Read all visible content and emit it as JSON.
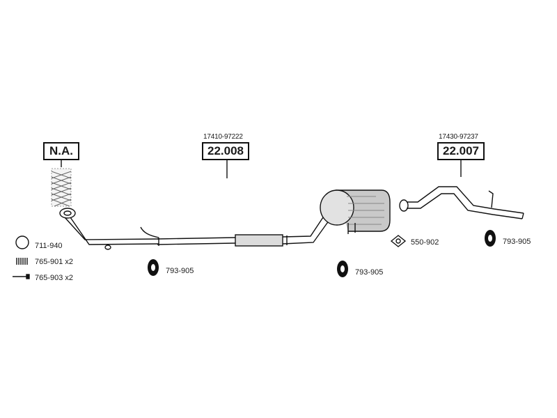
{
  "assembly": {
    "front": {
      "label": "N.A."
    },
    "middle": {
      "ref": "17410-97222",
      "part": "22.008"
    },
    "rear": {
      "ref": "17430-97237",
      "part": "22.007"
    }
  },
  "accessories": [
    {
      "code": "711-940",
      "icon": "ring-gasket-icon"
    },
    {
      "code": "765-901 x2",
      "icon": "spring-icon"
    },
    {
      "code": "765-903 x2",
      "icon": "bolt-icon"
    }
  ],
  "hangers": [
    {
      "code": "793-905",
      "icon": "rubber-hanger-icon"
    },
    {
      "code": "793-905",
      "icon": "rubber-hanger-icon"
    },
    {
      "code": "793-905",
      "icon": "rubber-hanger-icon"
    }
  ],
  "gasket": {
    "code": "550-902",
    "icon": "flange-gasket-icon"
  }
}
